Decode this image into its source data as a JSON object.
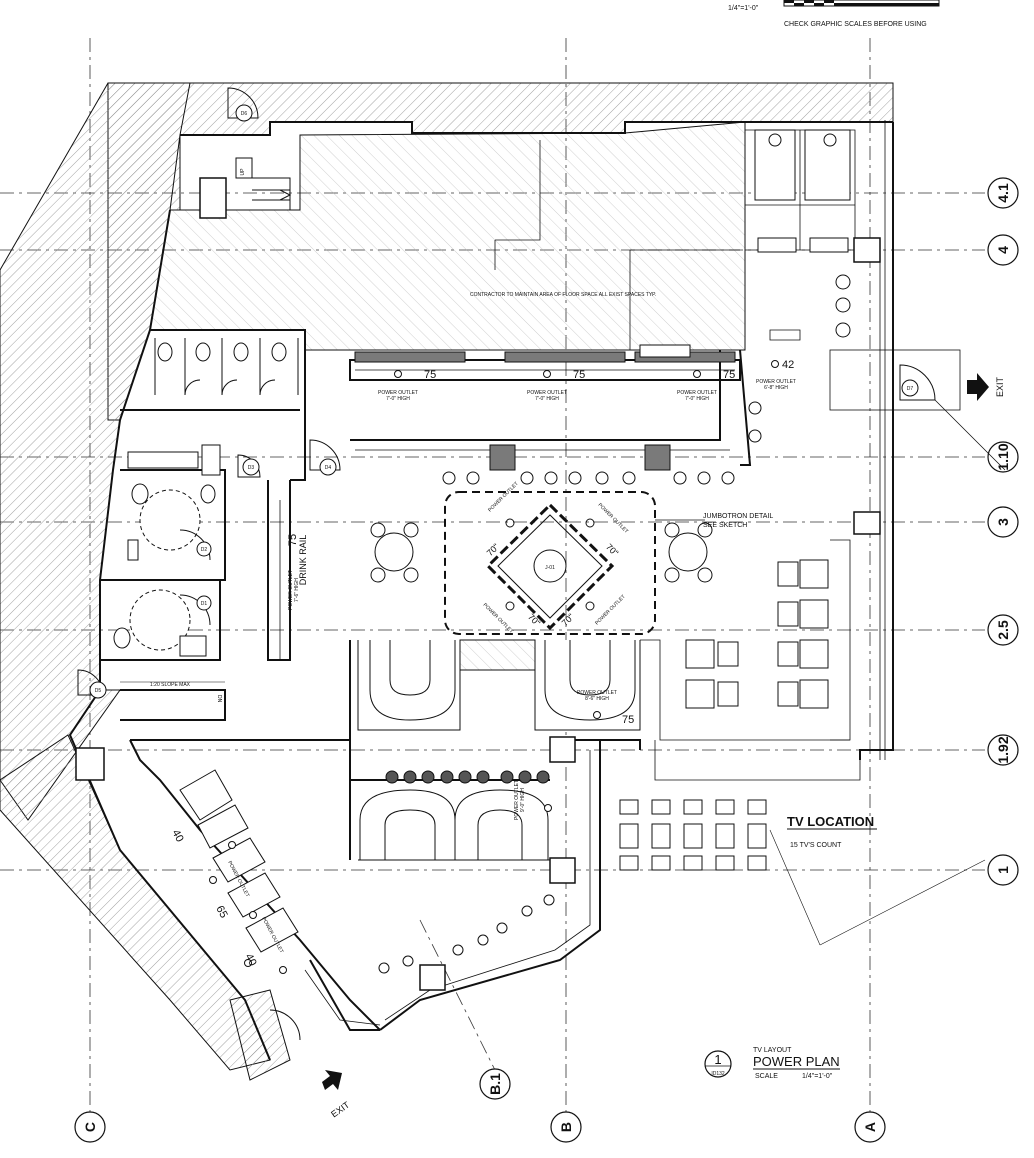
{
  "header": {
    "scale_text": "1/4\"=1'-0\"",
    "scale_note": "CHECK GRAPHIC SCALES BEFORE USING"
  },
  "grid": {
    "rows": [
      "4.1",
      "4",
      "1.10",
      "3",
      "2.5",
      "1.92",
      "1"
    ],
    "cols": [
      "C",
      "B.1",
      "B",
      "A"
    ]
  },
  "doors": [
    "D6",
    "D3",
    "D4",
    "D7",
    "D2",
    "D1",
    "D5"
  ],
  "labels": {
    "exit_east": "EXIT",
    "exit_southwest": "EXIT",
    "drink_rail": "DRINK RAIL",
    "slope": "1:20 SLOPE MAX",
    "dn": "DN",
    "jumbotron_1": "JUMBOTRON DETAIL",
    "jumbotron_2": "SEE SKETCH",
    "jumbotron_id": "J-01",
    "tv_location": "TV LOCATION",
    "tv_count": "15 TV'S COUNT",
    "power_outlet": "POWER OUTLET",
    "h_7_0": "7'-0\" HIGH",
    "h_6_8": "6'-8\" HIGH",
    "h_8_6": "8'-6\" HIGH",
    "h_9_0": "9'-0\" HIGH",
    "h_7_6": "7'-6\" HIGH",
    "stair_label": "UP",
    "contractor_note": "CONTRACTOR TO MAINTAIN AREA OF FLOOR SPACE ALL EXIST SPACES TYP."
  },
  "dims": {
    "d75": "75",
    "d42": "42",
    "d70": "70\"",
    "d40": "40",
    "d65": "65"
  },
  "title_block": {
    "number": "1",
    "sheet": "ID132",
    "subtitle": "TV LAYOUT",
    "title": "POWER PLAN",
    "scale_label": "SCALE",
    "scale_value": "1/4\"=1'-0\""
  },
  "colors": {
    "line": "#111111",
    "hatch": "#9a9a9a",
    "fill_gray": "#dcdcdc"
  }
}
